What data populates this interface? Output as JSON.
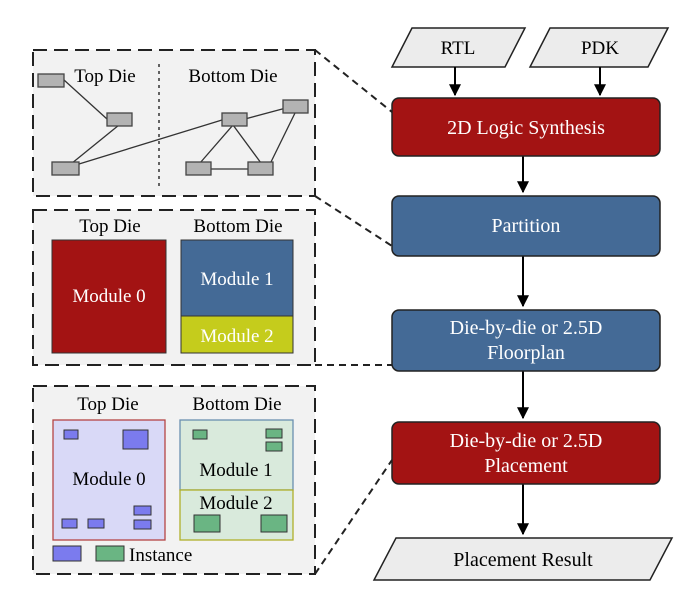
{
  "panel_top": {
    "top_die_label": "Top Die",
    "bottom_die_label": "Bottom Die"
  },
  "panel_mid": {
    "top_die_label": "Top Die",
    "bottom_die_label": "Bottom Die",
    "module0": "Module 0",
    "module1": "Module 1",
    "module2": "Module 2"
  },
  "panel_bottom": {
    "top_die_label": "Top Die",
    "bottom_die_label": "Bottom Die",
    "module0": "Module 0",
    "module1": "Module 1",
    "module2": "Module 2",
    "legend_label": "Instance"
  },
  "flow": {
    "input_rtl": "RTL",
    "input_pdk": "PDK",
    "step_synthesis": "2D Logic Synthesis",
    "step_partition": "Partition",
    "step_floorplan_line1": "Die-by-die or 2.5D",
    "step_floorplan_line2": "Floorplan",
    "step_placement_line1": "Die-by-die or 2.5D",
    "step_placement_line2": "Placement",
    "output_result": "Placement Result"
  },
  "colors": {
    "dark_red": "#a31313",
    "steel_blue": "#446a96",
    "yellow_green": "#c5cc1c",
    "panel_bg": "#f2f2f2",
    "cell_gray": "#b3b3b3",
    "module0_light": "#d9d9f7",
    "module12_light": "#d9eadc",
    "instance_purple": "#7b7bee",
    "instance_green": "#6ab583"
  }
}
